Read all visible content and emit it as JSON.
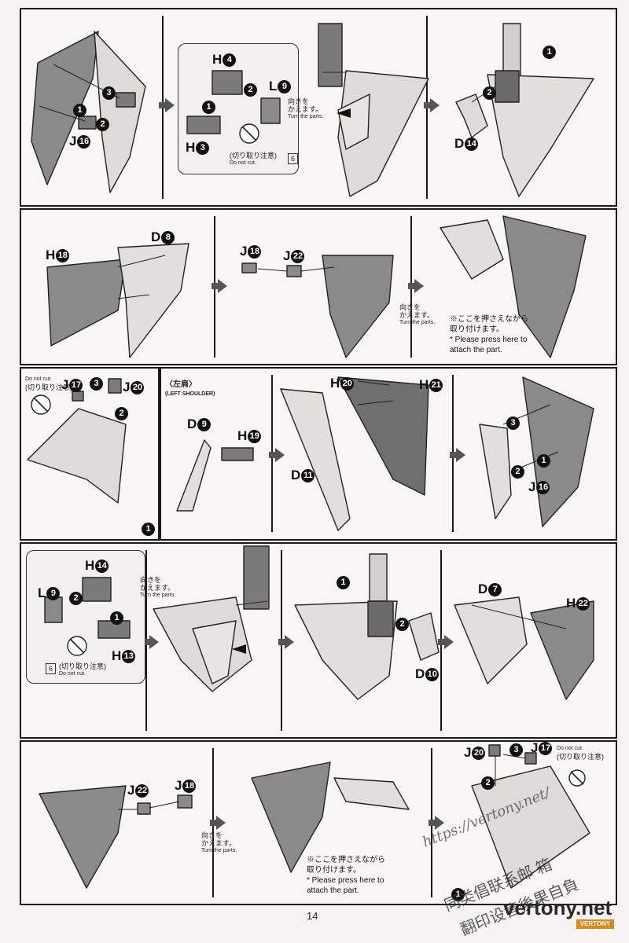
{
  "page_number": "14",
  "labels": {
    "H4": {
      "letter": "H",
      "num": "4"
    },
    "H3": {
      "letter": "H",
      "num": "3"
    },
    "L9": {
      "letter": "L",
      "num": "9"
    },
    "J16": {
      "letter": "J",
      "num": "16"
    },
    "D14": {
      "letter": "D",
      "num": "14"
    },
    "H18": {
      "letter": "H",
      "num": "18"
    },
    "D8": {
      "letter": "D",
      "num": "8"
    },
    "J18": {
      "letter": "J",
      "num": "18"
    },
    "J22": {
      "letter": "J",
      "num": "22"
    },
    "J17": {
      "letter": "J",
      "num": "17"
    },
    "J20": {
      "letter": "J",
      "num": "20"
    },
    "D9": {
      "letter": "D",
      "num": "9"
    },
    "H19": {
      "letter": "H",
      "num": "19"
    },
    "D11": {
      "letter": "D",
      "num": "11"
    },
    "H20": {
      "letter": "H",
      "num": "20"
    },
    "H21": {
      "letter": "H",
      "num": "21"
    },
    "H14": {
      "letter": "H",
      "num": "14"
    },
    "H13": {
      "letter": "H",
      "num": "13"
    },
    "D10": {
      "letter": "D",
      "num": "10"
    },
    "D7": {
      "letter": "D",
      "num": "7"
    },
    "H22": {
      "letter": "H",
      "num": "22"
    }
  },
  "steps": {
    "one": "1",
    "two": "2",
    "three": "3"
  },
  "notes": {
    "turn_jp": "向きを\nかえます。",
    "turn_en": "Turn the parts.",
    "cut_jp": "(切り取り注意)",
    "cut_en": "Do not cut.",
    "press_jp_1": "※ここを押さえながら",
    "press_jp_2": "取り付けます。",
    "press_en_1": "* Please press here to",
    "press_en_2": "attach the part.",
    "shoulder_jp": "〈左肩〉",
    "shoulder_en": "(LEFT SHOULDER)",
    "runner_tag": "6"
  },
  "watermark": {
    "url": "https://vertony.net/",
    "cn1": "同类倡联系邮 箱",
    "cn2": "翻印设售後果自負",
    "site": "vertony.net",
    "logo": "VERTONY"
  },
  "colors": {
    "ink": "#1a1a1a",
    "part_gray": "#7a7a7a",
    "light_part": "#d9d8d5",
    "paper": "#f7f6f4"
  }
}
